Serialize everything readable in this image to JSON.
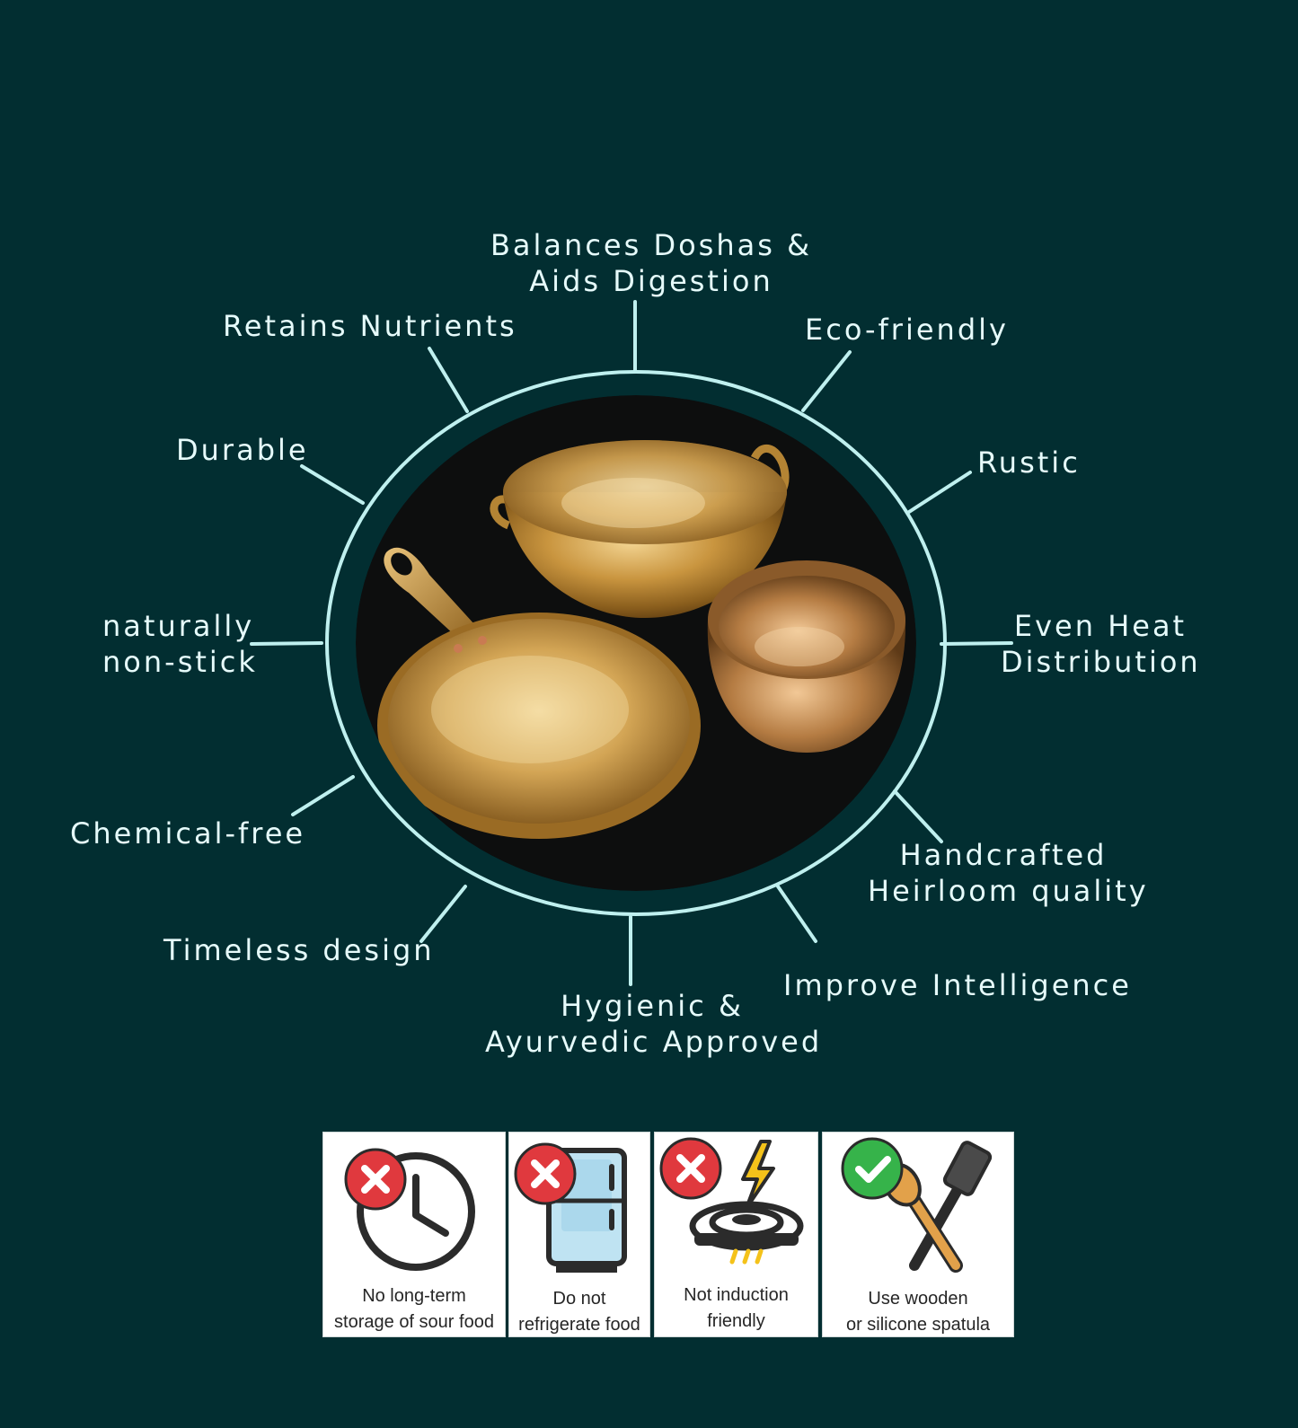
{
  "benefits": {
    "balances": [
      "Balances Doshas &",
      "Aids Digestion"
    ],
    "nutrients": "Retains Nutrients",
    "eco": "Eco-friendly",
    "durable": "Durable",
    "rustic": "Rustic",
    "nonstick": [
      "naturally",
      "non-stick"
    ],
    "even_heat": [
      "Even Heat",
      "Distribution"
    ],
    "chemical": "Chemical-free",
    "handcrafted": [
      "Handcrafted",
      "Heirloom quality"
    ],
    "timeless": "Timeless design",
    "hygienic": [
      "Hygienic &",
      "Ayurvedic Approved"
    ],
    "intelligence": "Improve Intelligence"
  },
  "care": {
    "sour_food": {
      "lines": [
        "No long-term",
        "storage of sour food"
      ],
      "status": "not-allowed",
      "icon": "clock-icon"
    },
    "refrigerate": {
      "lines": [
        "Do not",
        "refrigerate food"
      ],
      "status": "not-allowed",
      "icon": "fridge-icon"
    },
    "induction": {
      "lines": [
        "Not induction",
        "friendly"
      ],
      "status": "not-allowed",
      "icon": "induction-icon"
    },
    "spatula": {
      "lines": [
        "Use wooden",
        "or silicone spatula"
      ],
      "status": "allowed",
      "icon": "spatula-icon"
    }
  },
  "colors": {
    "background": "#022e31",
    "ring": "#bff0ef",
    "text": "#e6fbfb",
    "not_allowed": "#e0393e",
    "allowed": "#36b34a"
  }
}
